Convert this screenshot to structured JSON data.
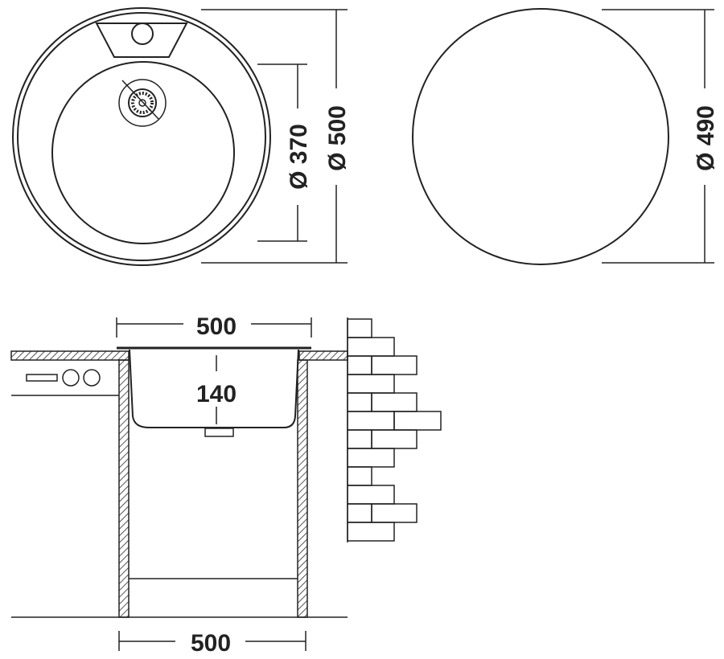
{
  "top_view": {
    "sink_outer_diameter_label": "Ø 500",
    "bowl_diameter_label": "Ø 370"
  },
  "cutout_view": {
    "cutout_diameter_label": "Ø 490"
  },
  "section_view": {
    "sink_width_label": "500",
    "bowl_depth_label": "140",
    "cabinet_width_label": "500"
  },
  "colors": {
    "line": "#222222",
    "background": "#ffffff"
  }
}
